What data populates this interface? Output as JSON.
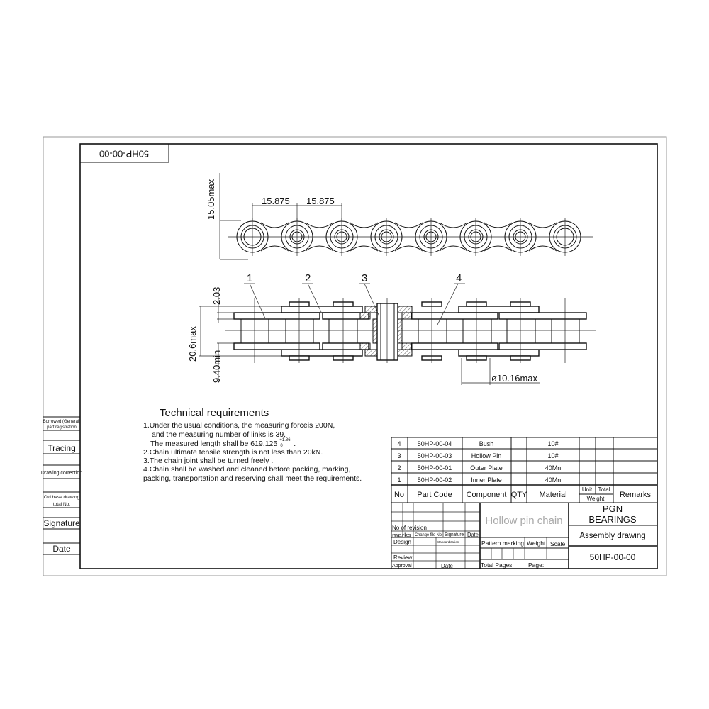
{
  "drawing_code_rotated": "50HP-00-00",
  "top_view": {
    "height_dim": "15.05max",
    "pitch_dims": [
      "15.875",
      "15.875"
    ]
  },
  "side_view": {
    "balloons": [
      "1",
      "2",
      "3",
      "4"
    ],
    "dims": {
      "plate_thickness": "2.03",
      "overall_width": "20.6max",
      "inner_width": "9.40min",
      "roller_diameter": "ø10.16max"
    }
  },
  "technical_requirements": {
    "title": "Technical requirements",
    "lines": [
      "1.Under the usual conditions, the measuring forceis   200N,",
      "and the measuring number of links is 39,",
      "The measured length shall be 619.125",
      "2.Chain ultimate tensile strength is not less than 20kN.",
      "3.The chain joint shall be turned freely .",
      "4.Chain shall be washed and cleaned before packing, marking,",
      "packing, transportation and reserving shall meet the requirements."
    ],
    "tolerance_upper": "+1.86",
    "tolerance_lower": "0",
    "trailing": "."
  },
  "left_column": {
    "borrowed_1": "Borrowed (General)",
    "borrowed_2": "part registration",
    "tracing": "Tracing",
    "drawing_correction": "Drawing correction",
    "old_base_1": "Old base drawing",
    "old_base_2": "total No.",
    "signature": "Signature",
    "date": "Date"
  },
  "parts_list": {
    "headers": {
      "no": "No",
      "part_code": "Part Code",
      "component": "Component",
      "qty": "QTY",
      "material": "Material",
      "unit": "Unit",
      "total": "Total",
      "weight": "Weight",
      "remarks": "Remarks"
    },
    "rows": [
      {
        "no": "4",
        "part_code": "50HP-00-04",
        "component": "Bush",
        "material": "10#"
      },
      {
        "no": "3",
        "part_code": "50HP-00-03",
        "component": "Hollow Pin",
        "material": "10#"
      },
      {
        "no": "2",
        "part_code": "50HP-00-01",
        "component": "Outer Plate",
        "material": "40Mn"
      },
      {
        "no": "1",
        "part_code": "50HP-00-02",
        "component": "Inner Plate",
        "material": "40Mn"
      }
    ]
  },
  "title_block": {
    "product_name": "Hollow pin chain",
    "company_1": "PGN",
    "company_2": "BEARINGS",
    "drawing_type": "Assembly drawing",
    "drawing_number": "50HP-00-00",
    "no_of_revision": "No of revision",
    "marks": "marks",
    "change_file_no": "Change file No",
    "signature": "Signature",
    "date": "Date",
    "design": "Design",
    "standardization": "Standardization",
    "review": "Review",
    "approval": "Approval",
    "date2": "Date",
    "pattern_marking": "Pattern marking",
    "weight": "Weight",
    "scale": "Scale",
    "total_pages": "Total Pages:",
    "page": "Page:"
  }
}
